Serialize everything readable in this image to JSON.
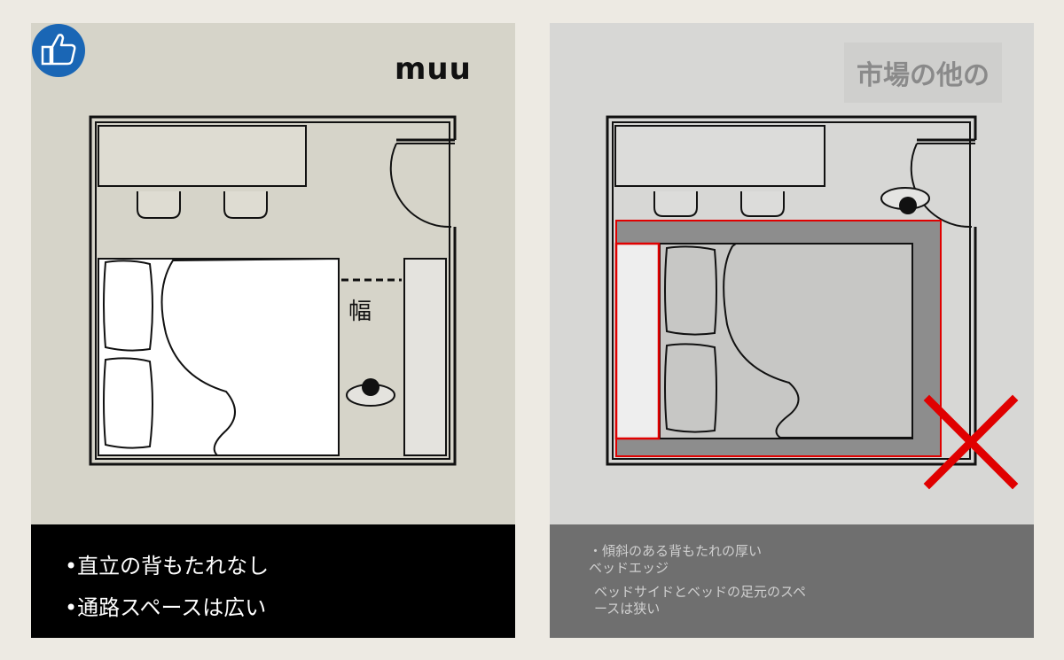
{
  "left_panel": {
    "brand": "muu",
    "width_label": "幅",
    "captions": [
      "直立の背もたれなし",
      "通路スペースは広い"
    ],
    "colors": {
      "background": "#d6d4c9",
      "caption_bg": "#000000",
      "badge": "#1a66b5"
    },
    "badge_icon": "thumbs-up-icon"
  },
  "right_panel": {
    "brand": "市場の他の",
    "captions": [
      [
        "・傾斜のある背もたれの厚い",
        "ベッドエッジ"
      ],
      [
        "ベッドサイドとベッドの足元のスペ",
        "ースは狭い"
      ]
    ],
    "colors": {
      "background": "#d7d7d5",
      "caption_bg": "#6f6f6f",
      "highlight": "#e00000"
    },
    "mark_icon": "cross-mark-icon"
  }
}
